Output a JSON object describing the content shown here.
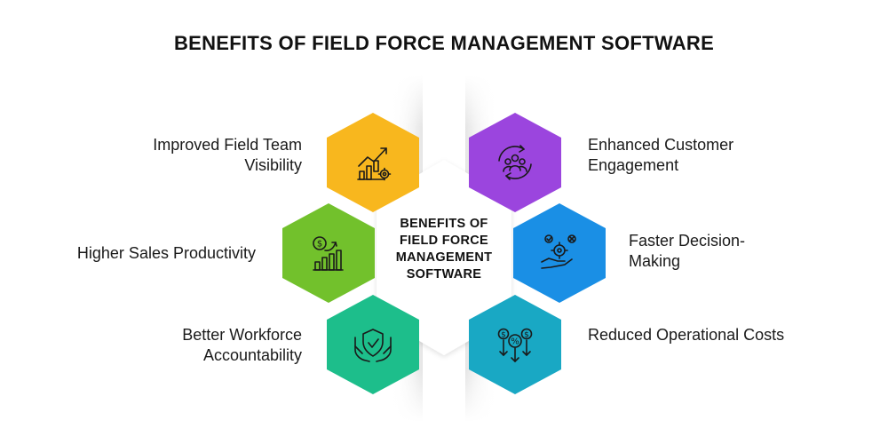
{
  "title": "BENEFITS OF FIELD FORCE MANAGEMENT SOFTWARE",
  "center": {
    "lines": [
      "BENEFITS OF",
      "FIELD FORCE",
      "MANAGEMENT",
      "SOFTWARE"
    ]
  },
  "benefits": [
    {
      "id": "improved-field-team-visibility",
      "lines": [
        "Improved Field Team",
        "Visibility"
      ],
      "color": "#F8B71E",
      "icon": "growth-chart-gear-icon"
    },
    {
      "id": "higher-sales-productivity",
      "lines": [
        "Higher Sales Productivity"
      ],
      "color": "#72C12C",
      "icon": "money-bar-chart-icon"
    },
    {
      "id": "better-workforce-accountability",
      "lines": [
        "Better Workforce",
        "Accountability"
      ],
      "color": "#1DBE8B",
      "icon": "hands-shield-check-icon"
    },
    {
      "id": "enhanced-customer-engagement",
      "lines": [
        "Enhanced Customer",
        "Engagement"
      ],
      "color": "#9B45DE",
      "icon": "people-cycle-icon"
    },
    {
      "id": "faster-decision-making",
      "lines": [
        "Faster Decision-",
        "Making"
      ],
      "color": "#1A8FE5",
      "icon": "hand-gears-icon"
    },
    {
      "id": "reduced-operational-costs",
      "lines": [
        "Reduced Operational Costs"
      ],
      "color": "#19A8C4",
      "icon": "coins-down-arrows-icon"
    }
  ]
}
